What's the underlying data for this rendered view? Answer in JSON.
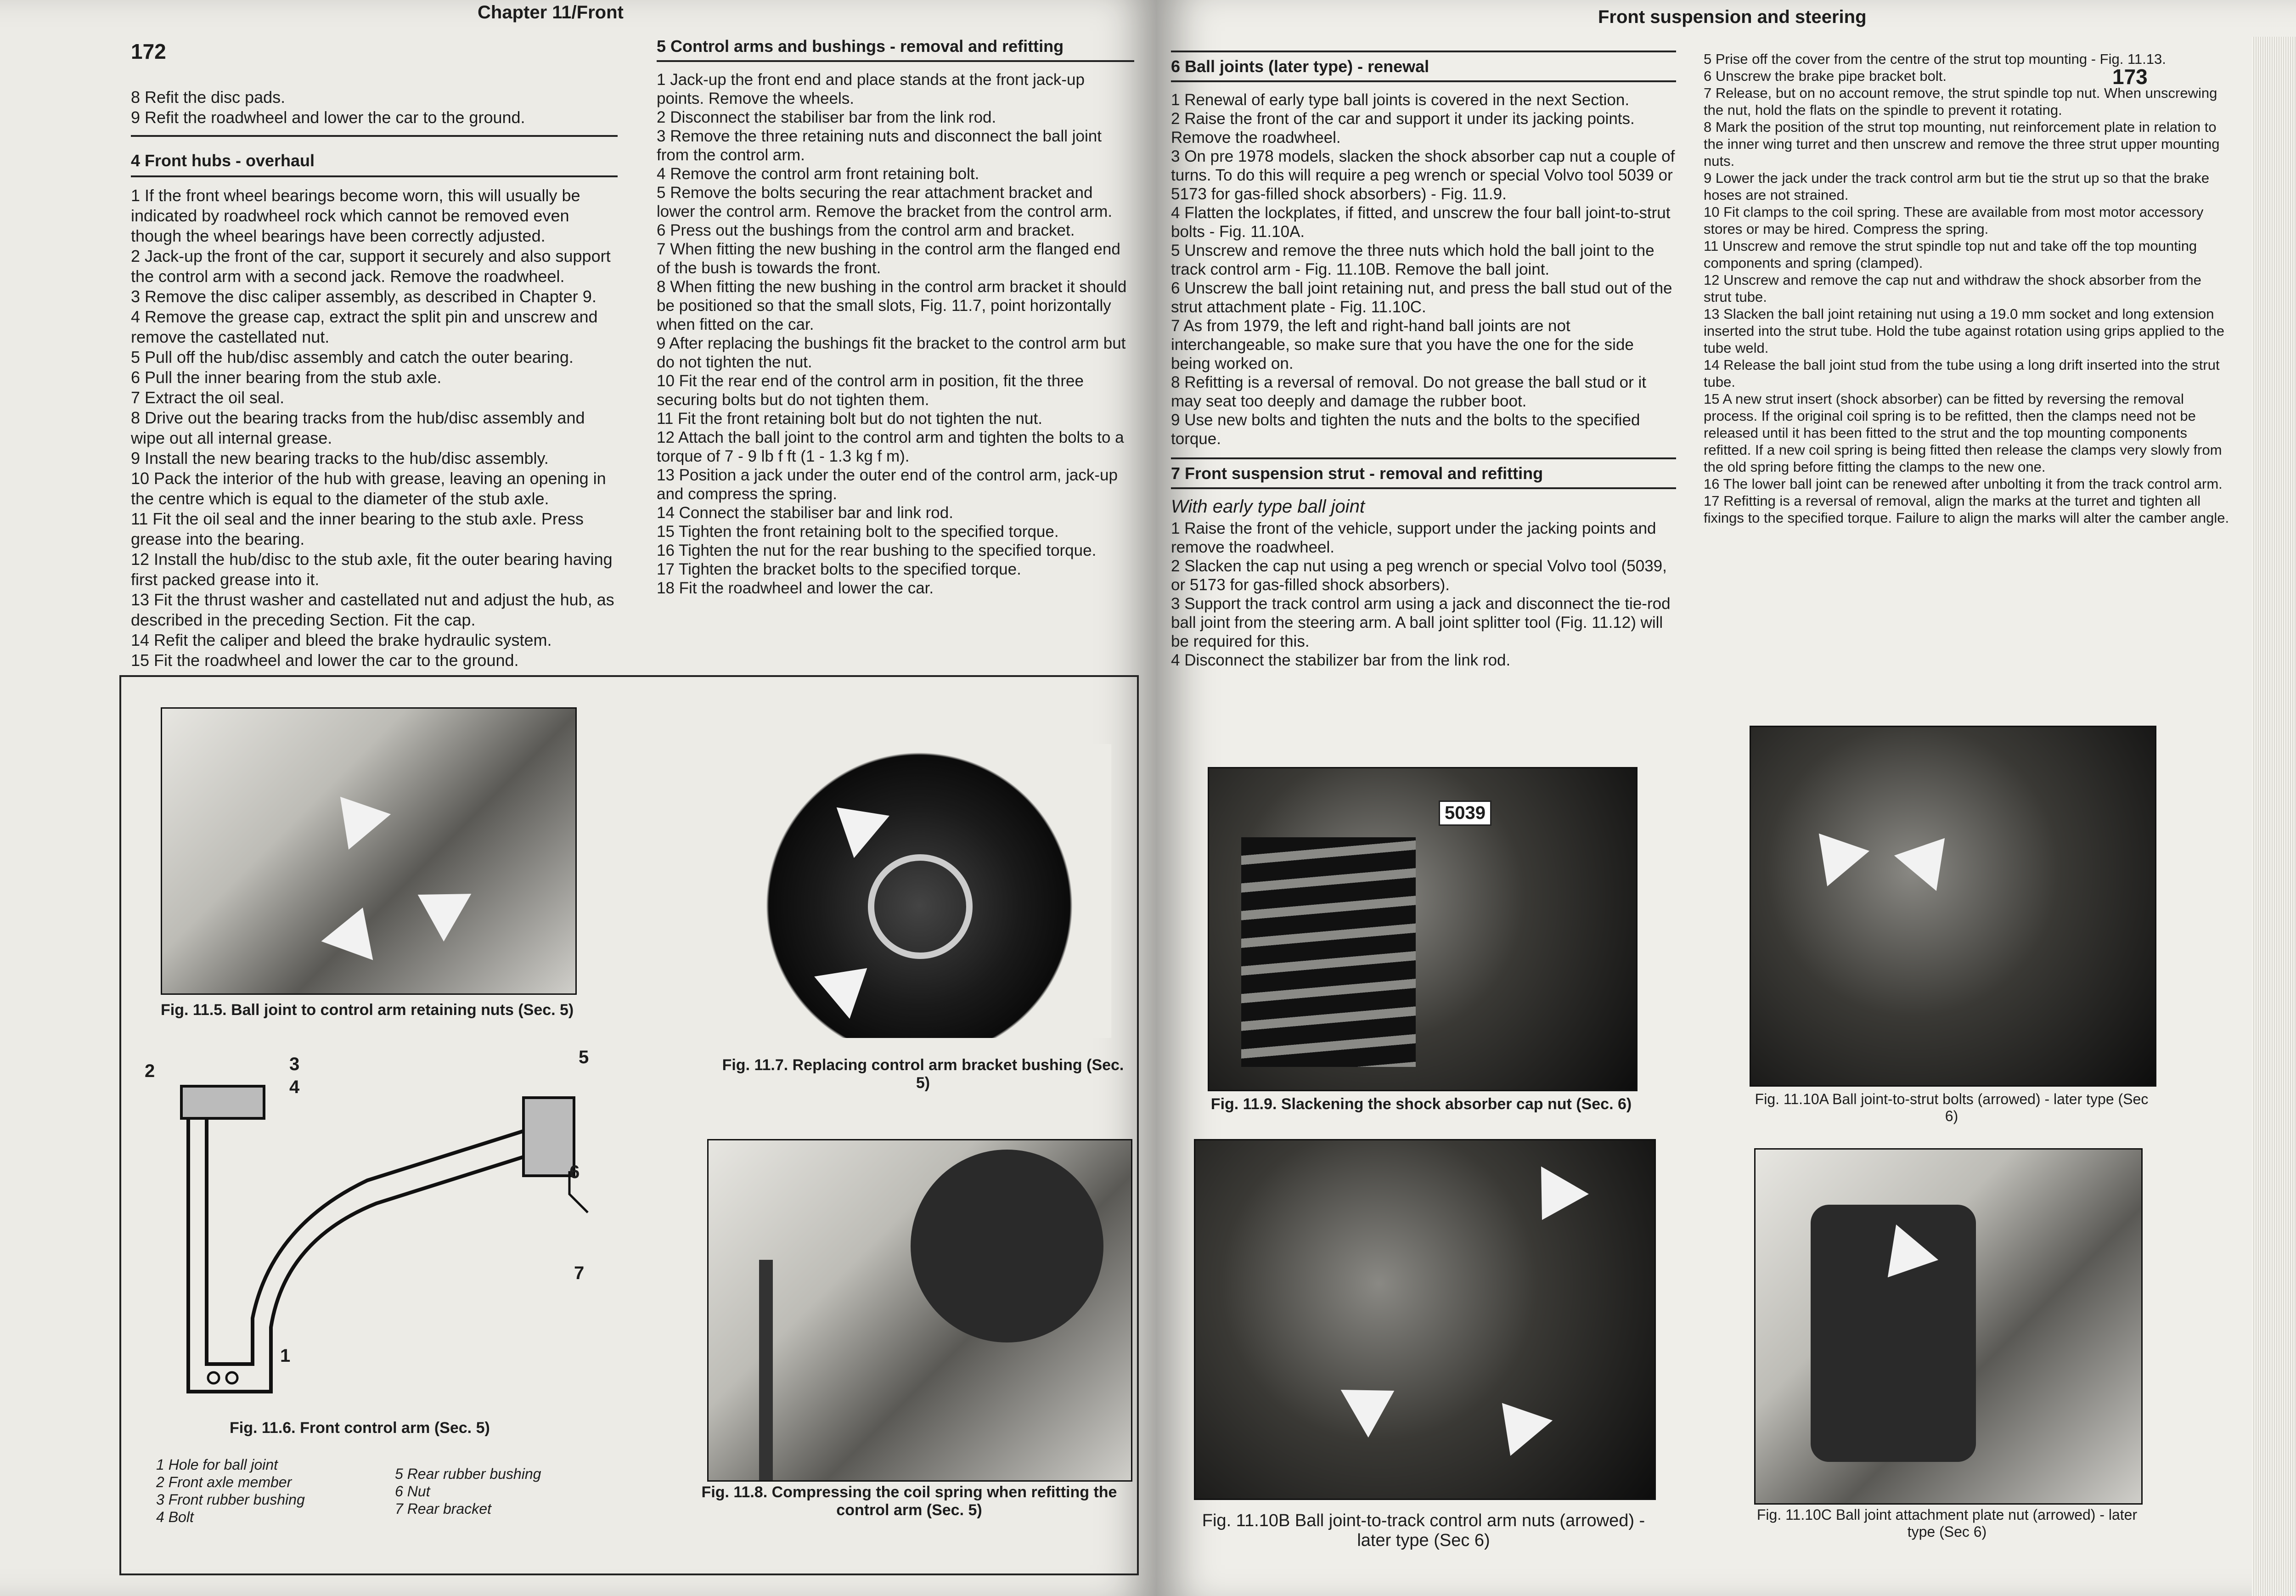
{
  "left_page": {
    "page_number": "172",
    "running_head": "Chapter 11/Front",
    "col1": {
      "intro_items": [
        "8 Refit the disc pads.",
        "9 Refit the roadwheel and lower the car to the ground."
      ],
      "section_title": "4 Front hubs - overhaul",
      "items": [
        "1 If the front wheel bearings become worn, this will usually be indicated by roadwheel rock which cannot be removed even though the wheel bearings have been correctly adjusted.",
        "2 Jack-up the front of the car, support it securely and also support the control arm with a second jack. Remove the roadwheel.",
        "3 Remove the disc caliper assembly, as described in Chapter 9.",
        "4 Remove the grease cap, extract the split pin and unscrew and remove the castellated nut.",
        "5 Pull off the hub/disc assembly and catch the outer bearing.",
        "6 Pull the inner bearing from the stub axle.",
        "7 Extract the oil seal.",
        "8 Drive out the bearing tracks from the hub/disc assembly and wipe out all internal grease.",
        "9 Install the new bearing tracks to the hub/disc assembly.",
        "10 Pack the interior of the hub with grease, leaving an opening in the centre which is equal to the diameter of the stub axle.",
        "11 Fit the oil seal and the inner bearing to the stub axle. Press grease into the bearing.",
        "12 Install the hub/disc to the stub axle, fit the outer bearing having first packed grease into it.",
        "13 Fit the thrust washer and castellated nut and adjust the hub, as described in the preceding Section. Fit the cap.",
        "14 Refit the caliper and bleed the brake hydraulic system.",
        "15 Fit the roadwheel and lower the car to the ground."
      ]
    },
    "col2": {
      "section_title": "5 Control arms and bushings - removal and refitting",
      "items": [
        "1 Jack-up the front end and place stands at the front jack-up points. Remove the wheels.",
        "2 Disconnect the stabiliser bar from the link rod.",
        "3 Remove the three retaining nuts and disconnect the ball joint from the control arm.",
        "4 Remove the control arm front retaining bolt.",
        "5 Remove the bolts securing the rear attachment bracket and lower the control arm. Remove the bracket from the control arm.",
        "6 Press out the bushings from the control arm and bracket.",
        "7 When fitting the new bushing in the control arm the flanged end of the bush is towards the front.",
        "8 When fitting the new bushing in the control arm bracket it should be positioned so that the small slots, Fig. 11.7, point horizontally when fitted on the car.",
        "9 After replacing the bushings fit the bracket to the control arm but do not tighten the nut.",
        "10 Fit the rear end of the control arm in position, fit the three securing bolts but do not tighten them.",
        "11 Fit the front retaining bolt but do not tighten the nut.",
        "12 Attach the ball joint to the control arm and tighten the bolts to a torque of 7 - 9 lb f ft (1 - 1.3 kg f m).",
        "13 Position a jack under the outer end of the control arm, jack-up and compress the spring.",
        "14 Connect the stabiliser bar and link rod.",
        "15 Tighten the front retaining bolt to the specified torque.",
        "16 Tighten the nut for the rear bushing to the specified torque.",
        "17 Tighten the bracket bolts to the specified torque.",
        "18 Fit the roadwheel and lower the car."
      ]
    },
    "fig_11_5_caption": "Fig. 11.5. Ball joint to control arm retaining nuts (Sec. 5)",
    "fig_11_6_caption": "Fig. 11.6. Front control arm (Sec. 5)",
    "fig_11_6_callouts": [
      "1",
      "2",
      "3",
      "4",
      "5",
      "6",
      "7"
    ],
    "fig_11_6_legend_a": [
      "1 Hole for ball joint",
      "2 Front axle member",
      "3 Front rubber bushing",
      "4 Bolt"
    ],
    "fig_11_6_legend_b": [
      "5 Rear rubber bushing",
      "6 Nut",
      "7 Rear bracket"
    ],
    "fig_11_7_caption": "Fig. 11.7. Replacing control arm bracket bushing (Sec. 5)",
    "fig_11_8_caption": "Fig. 11.8. Compressing the coil spring when refitting the control arm (Sec. 5)"
  },
  "right_page": {
    "page_number": "173",
    "running_head": "Front suspension and steering",
    "col1": {
      "section6_title": "6 Ball joints (later type) - renewal",
      "section6_items": [
        "1 Renewal of early type ball joints is covered in the next Section.",
        "2 Raise the front of the car and support it under its jacking points. Remove the roadwheel.",
        "3 On pre 1978 models, slacken the shock absorber cap nut a couple of turns. To do this will require a peg wrench or special Volvo tool 5039 or 5173 for gas-filled shock absorbers) - Fig. 11.9.",
        "4 Flatten the lockplates, if fitted, and unscrew the four ball joint-to-strut bolts - Fig. 11.10A.",
        "5 Unscrew and remove the three nuts which hold the ball joint to the track control arm - Fig. 11.10B. Remove the ball joint.",
        "6 Unscrew the ball joint retaining nut, and press the ball stud out of the strut attachment plate - Fig. 11.10C.",
        "7 As from 1979, the left and right-hand ball joints are not interchangeable, so make sure that you have the one for the side being worked on.",
        "8 Refitting is a reversal of removal. Do not grease the ball stud or it may seat too deeply and damage the rubber boot.",
        "9 Use new bolts and tighten the nuts and the bolts to the specified torque."
      ],
      "section7_title": "7 Front suspension strut - removal and refitting",
      "section7_subhead": "With early type ball joint",
      "section7_items": [
        "1 Raise the front of the vehicle, support under the jacking points and remove the roadwheel.",
        "2 Slacken the cap nut using a peg wrench or special Volvo tool (5039, or 5173 for gas-filled shock absorbers).",
        "3 Support the track control arm using a jack and disconnect the tie-rod ball joint from the steering arm. A ball joint splitter tool (Fig. 11.12) will be required for this.",
        "4 Disconnect the stabilizer bar from the link rod."
      ]
    },
    "col2": {
      "items": [
        "5 Prise off the cover from the centre of the strut top mounting - Fig. 11.13.",
        "6 Unscrew the brake pipe bracket bolt.",
        "7 Release, but on no account remove, the strut spindle top nut. When unscrewing the nut, hold the flats on the spindle to prevent it rotating.",
        "8 Mark the position of the strut top mounting, nut reinforcement plate in relation to the inner wing turret and then unscrew and remove the three strut upper mounting nuts.",
        "9 Lower the jack under the track control arm but tie the strut up so that the brake hoses are not strained.",
        "10 Fit clamps to the coil spring. These are available from most motor accessory stores or may be hired. Compress the spring.",
        "11 Unscrew and remove the strut spindle top nut and take off the top mounting components and spring (clamped).",
        "12 Unscrew and remove the cap nut and withdraw the shock absorber from the strut tube.",
        "13 Slacken the ball joint retaining nut using a 19.0 mm socket and long extension inserted into the strut tube. Hold the tube against rotation using grips applied to the tube weld.",
        "14 Release the ball joint stud from the tube using a long drift inserted into the strut tube.",
        "15 A new strut insert (shock absorber) can be fitted by reversing the removal process. If the original coil spring is to be refitted, then the clamps need not be released until it has been fitted to the strut and the top mounting components refitted. If a new coil spring is being fitted then release the clamps very slowly from the old spring before fitting the clamps to the new one.",
        "16 The lower ball joint can be renewed after unbolting it from the track control arm.",
        "17 Refitting is a reversal of removal, align the marks at the turret and tighten all fixings to the specified torque. Failure to align the marks will alter the camber angle."
      ]
    },
    "fig_11_9_tag": "5039",
    "fig_11_9_caption": "Fig. 11.9. Slackening the shock absorber cap nut (Sec. 6)",
    "fig_11_10A_caption": "Fig. 11.10A Ball joint-to-strut bolts (arrowed) - later type (Sec 6)",
    "fig_11_10B_caption": "Fig. 11.10B Ball joint-to-track control arm nuts (arrowed) - later type (Sec 6)",
    "fig_11_10C_caption": "Fig. 11.10C Ball joint attachment plate nut (arrowed) - later type (Sec 6)"
  }
}
